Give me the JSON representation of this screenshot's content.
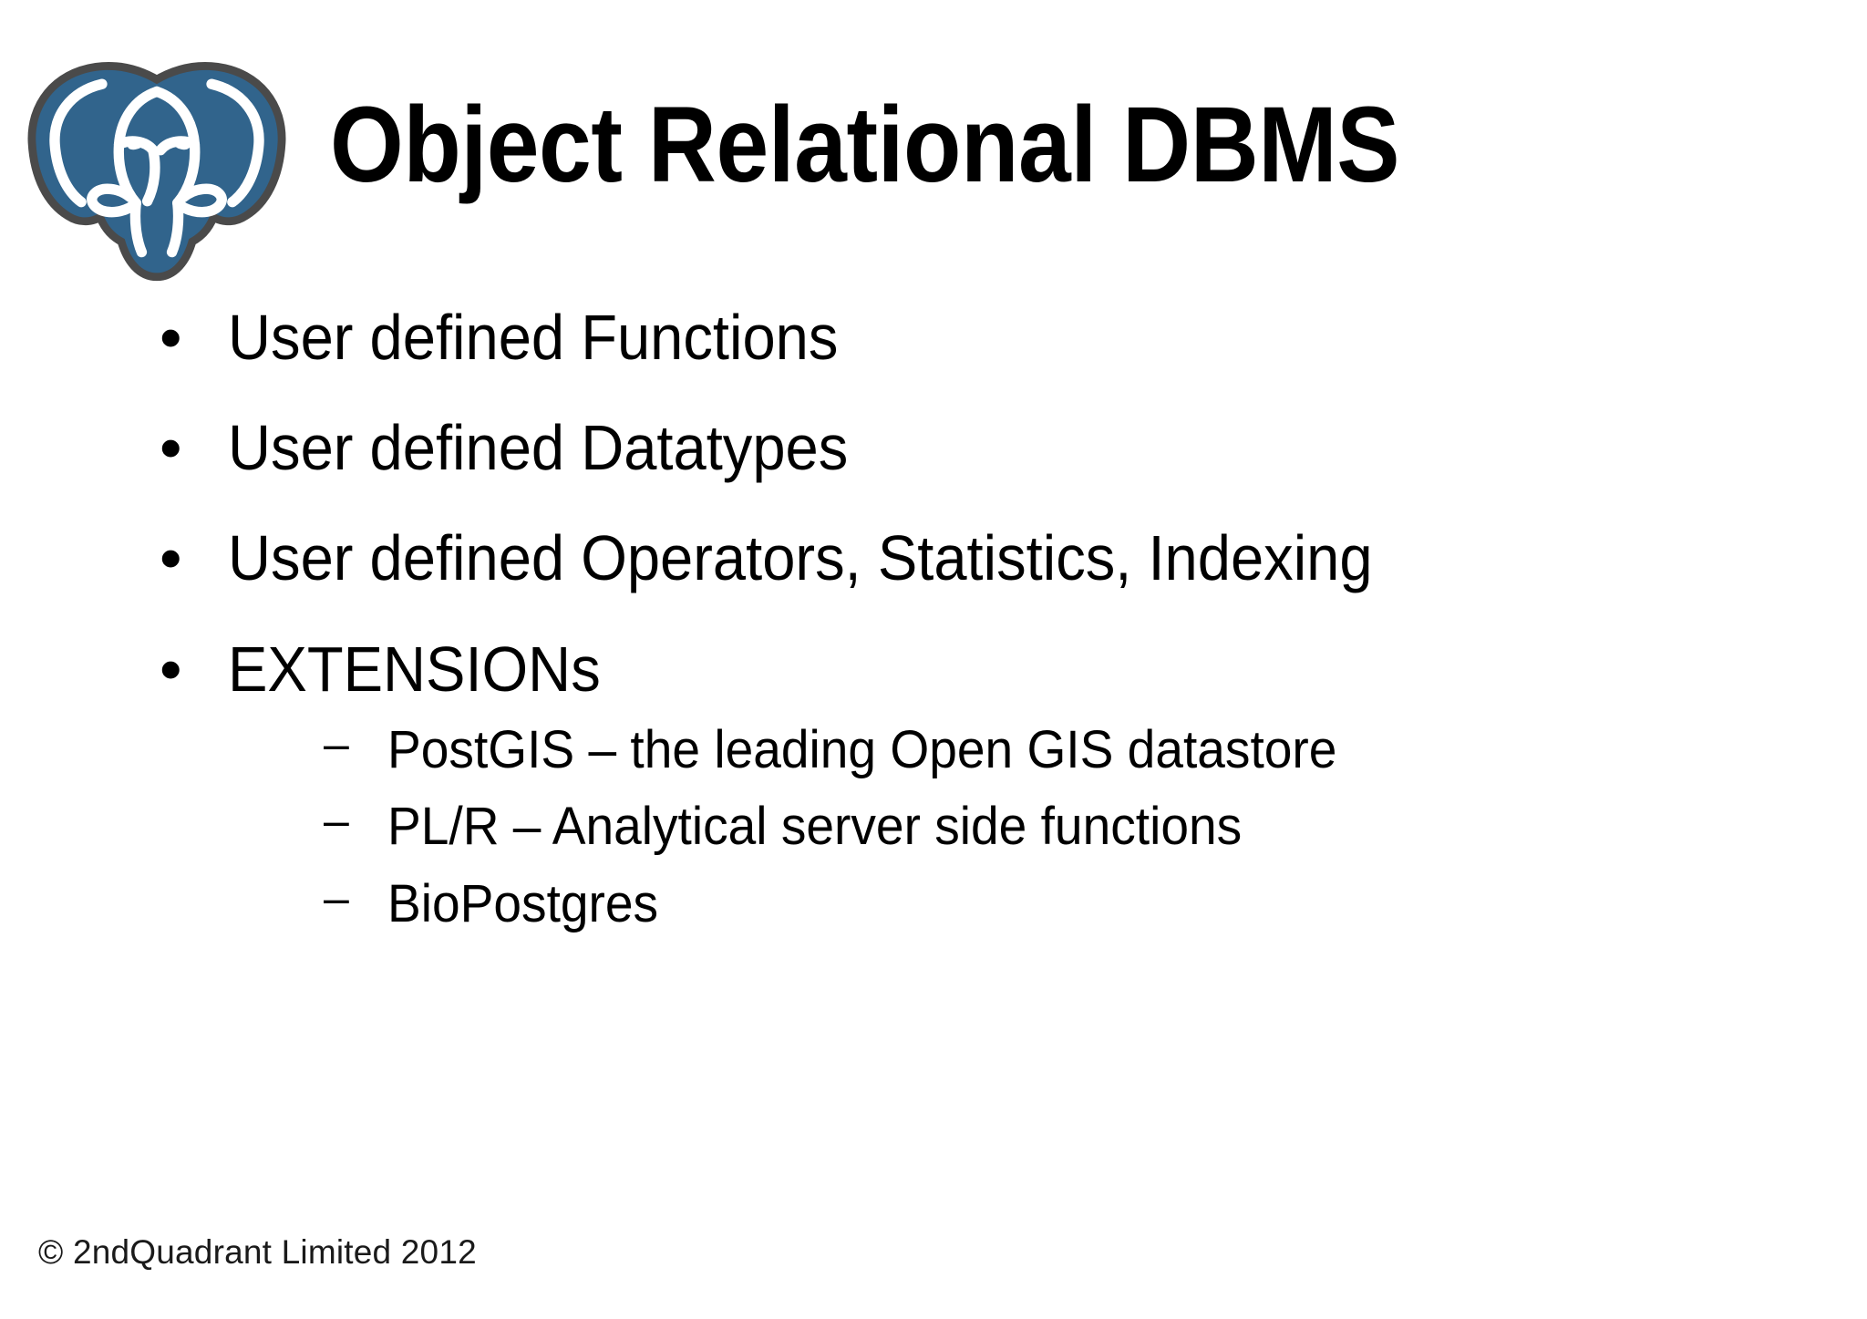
{
  "slide": {
    "title": "Object Relational DBMS",
    "logo": {
      "name": "postgresql-elephant-logo",
      "body_color": "#31648C",
      "outline_color": "#4A4A4A",
      "highlight_color": "#FFFFFF"
    },
    "bullets": [
      {
        "marker": "•",
        "text": "User defined Functions",
        "children": []
      },
      {
        "marker": "•",
        "text": "User defined Datatypes",
        "children": []
      },
      {
        "marker": "•",
        "text": "User defined Operators, Statistics, Indexing",
        "children": []
      },
      {
        "marker": "•",
        "text": "EXTENSIONs",
        "children": [
          {
            "marker": "–",
            "text": "PostGIS – the leading Open GIS datastore"
          },
          {
            "marker": "–",
            "text": "PL/R – Analytical server side functions"
          },
          {
            "marker": "–",
            "text": "BioPostgres"
          }
        ]
      }
    ],
    "footer": "© 2ndQuadrant Limited 2012",
    "background_color": "#FFFFFF",
    "text_color": "#000000"
  }
}
